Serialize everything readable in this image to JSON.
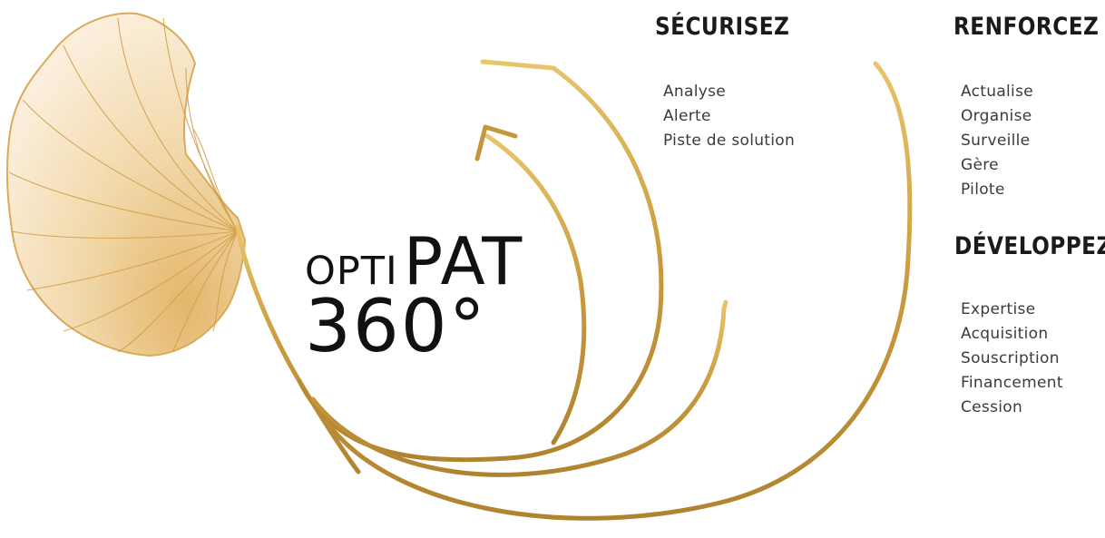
{
  "logo": {
    "opti": "OPTI",
    "pat": "PAT",
    "degrees": "360°"
  },
  "sections": [
    {
      "heading": "SÉCURISEZ",
      "items": [
        "Analyse",
        "Alerte",
        "Piste de solution"
      ]
    },
    {
      "heading": "RENFORCEZ",
      "items": [
        "Actualise",
        "Organise",
        "Surveille",
        "Gère",
        "Pilote"
      ]
    },
    {
      "heading": "DÉVELOPPEZ",
      "items": [
        "Expertise",
        "Acquisition",
        "Souscription",
        "Financement",
        "Cession"
      ]
    }
  ],
  "colors": {
    "gold_light": "#f3d98a",
    "gold_mid": "#d4a94a",
    "gold_dark": "#a5782a",
    "text_dark": "#1a1a1a",
    "text_body": "#3b3b3b"
  }
}
